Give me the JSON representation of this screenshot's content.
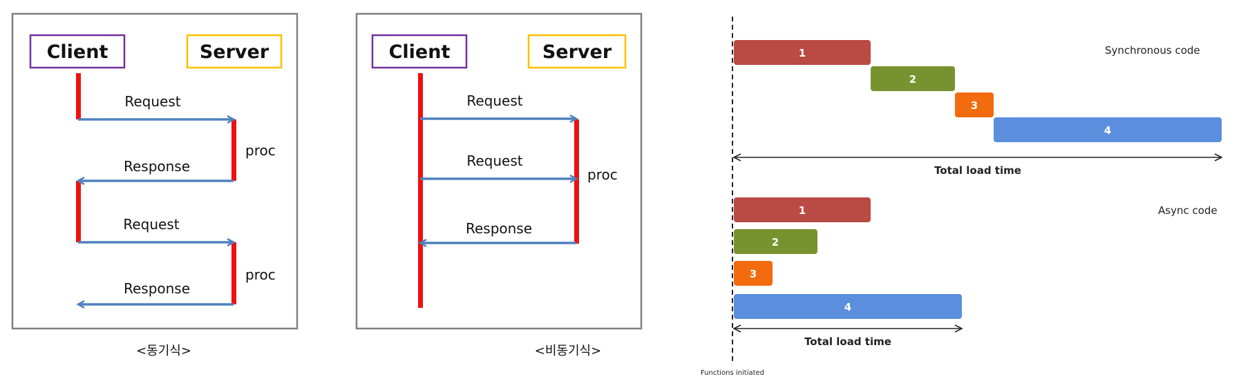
{
  "sync_diagram": {
    "client_label": "Client",
    "server_label": "Server",
    "messages": [
      "Request",
      "Response",
      "Request",
      "Response"
    ],
    "proc_labels": [
      "proc",
      "proc"
    ],
    "caption": "<동기식>"
  },
  "async_diagram": {
    "client_label": "Client",
    "server_label": "Server",
    "messages": [
      "Request",
      "Request",
      "Response"
    ],
    "proc_label": "proc",
    "caption": "<비동기식>"
  },
  "timeline": {
    "sync_title": "Synchronous code",
    "async_title": "Async code",
    "total_label_sync": "Total load time",
    "total_label_async": "Total load time",
    "start_label": "Functions initiated",
    "sync_bars": [
      {
        "label": "1",
        "color": "#b94a44"
      },
      {
        "label": "2",
        "color": "#77932f"
      },
      {
        "label": "3",
        "color": "#f26b0f"
      },
      {
        "label": "4",
        "color": "#5b8fde"
      }
    ],
    "async_bars": [
      {
        "label": "1",
        "color": "#b94a44"
      },
      {
        "label": "2",
        "color": "#77932f"
      },
      {
        "label": "3",
        "color": "#f26b0f"
      },
      {
        "label": "4",
        "color": "#5b8fde"
      }
    ]
  },
  "colors": {
    "client_border": "#7030a0",
    "server_border": "#ffc000",
    "lifeline": "#ee1111",
    "arrow": "#4f81bd",
    "frame": "#7f7f7f"
  }
}
